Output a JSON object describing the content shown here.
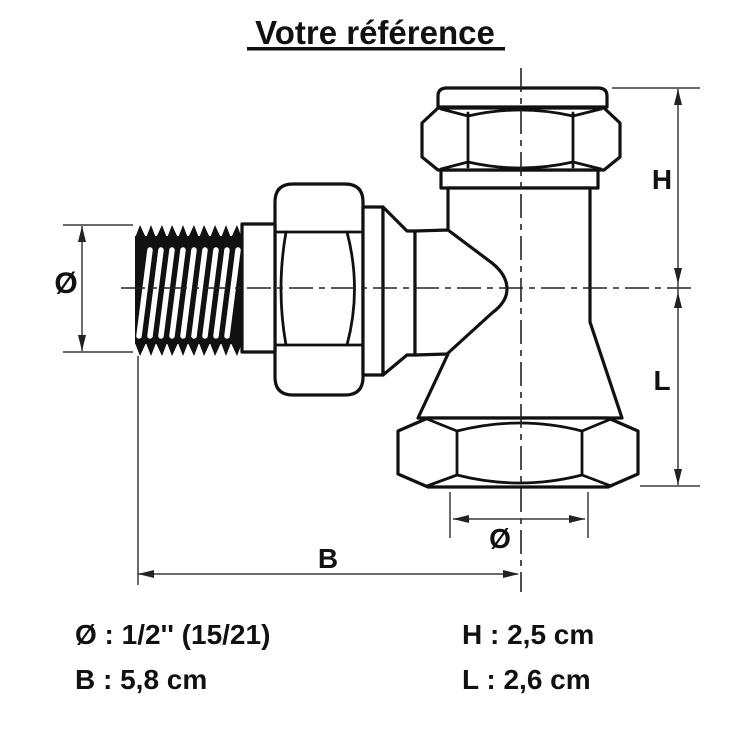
{
  "title": {
    "text": "Votre référence"
  },
  "diagram": {
    "dim_labels": {
      "diameter_left": "Ø",
      "height": "H",
      "length": "L",
      "diameter_bottom": "Ø",
      "width": "B"
    }
  },
  "specs": {
    "left": [
      "Ø : 1/2'' (15/21)",
      "B : 5,8 cm"
    ],
    "right": [
      "H : 2,5 cm",
      "L : 2,6 cm"
    ]
  },
  "colors": {
    "line": "#111111",
    "dimension_line": "#3a3a3a",
    "background": "#ffffff"
  }
}
